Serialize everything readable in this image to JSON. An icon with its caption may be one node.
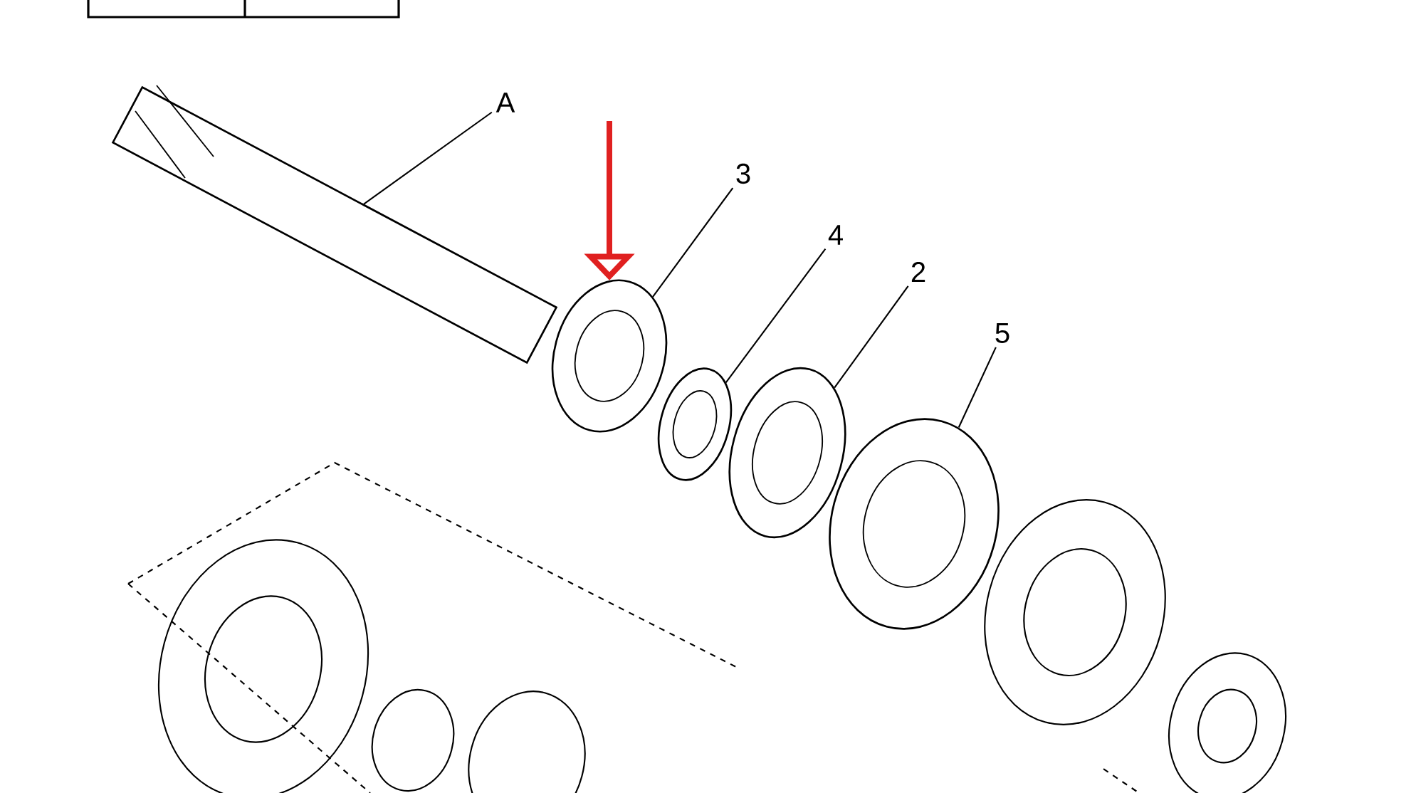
{
  "diagram": {
    "nodes": [
      {
        "text": [
          "A"
        ]
      },
      {
        "text": [
          "3"
        ]
      },
      {
        "text": [
          "4"
        ]
      },
      {
        "text": [
          "2"
        ]
      },
      {
        "text": [
          "5"
        ]
      },
      {
        "text": [],
        "shape": "picture"
      },
      {
        "text": [],
        "shape": "picture"
      },
      {
        "text": [],
        "shape": "picture"
      },
      {
        "text": [],
        "shape": "picture"
      },
      {
        "text": [],
        "shape": "picture"
      }
    ],
    "edges": [
      {
        "from": 0,
        "to": 5,
        "arrow": "none"
      },
      {
        "from": 1,
        "to": 6,
        "arrow": "none"
      },
      {
        "from": 2,
        "to": 7,
        "arrow": "none"
      },
      {
        "from": 3,
        "to": 8,
        "arrow": "none"
      },
      {
        "from": 4,
        "to": 9,
        "arrow": "none"
      },
      {
        "from": null,
        "to": 6,
        "arrow": "to",
        "style": "thick",
        "color": "#e02020"
      }
    ]
  }
}
